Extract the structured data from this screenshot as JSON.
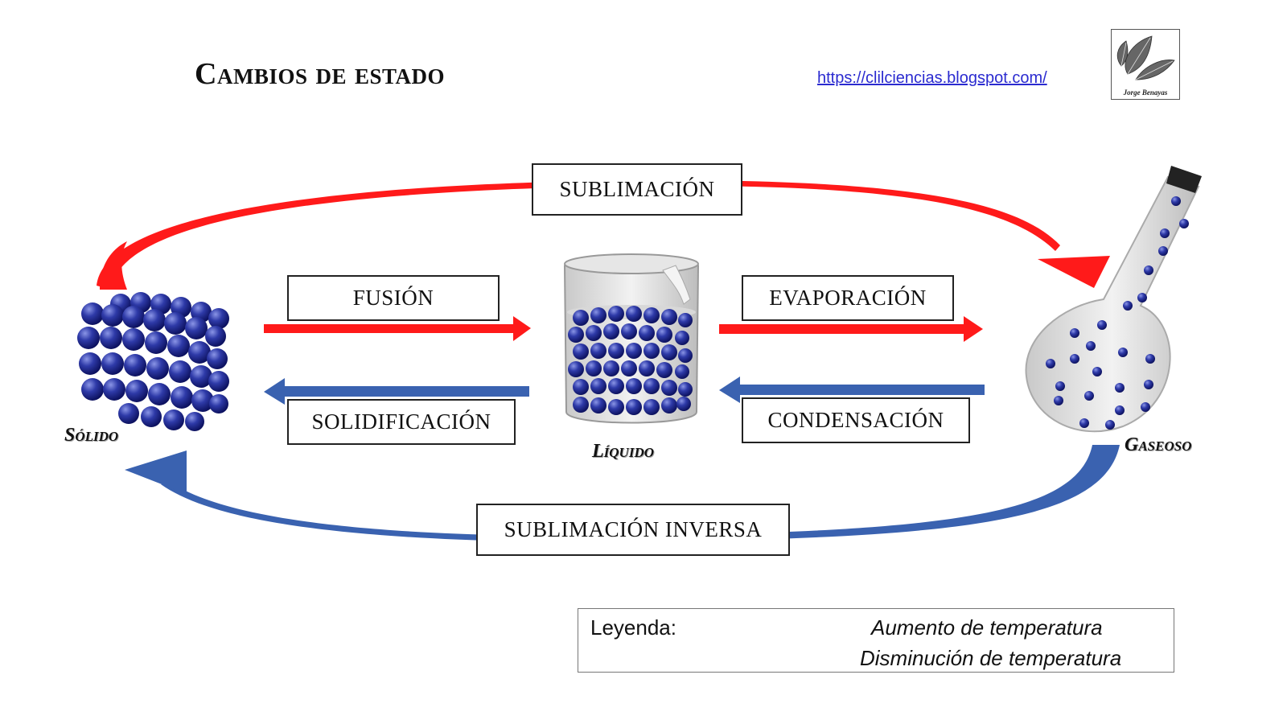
{
  "title": "Cambios de estado",
  "link": "https://clilciencias.blogspot.com/",
  "logo_text": "Jorge Benayas",
  "processes": {
    "sublimacion": "SUBLIMACIÓN",
    "fusion": "FUSIÓN",
    "evaporacion": "EVAPORACIÓN",
    "solidificacion": "SOLIDIFICACIÓN",
    "condensacion": "CONDENSACIÓN",
    "sublimacion_inversa": "SUBLIMACIÓN INVERSA"
  },
  "states": {
    "solido": "Sólido",
    "liquido": "Líquido",
    "gaseoso": "Gaseoso"
  },
  "legend": {
    "label": "Leyenda:",
    "increase": "Aumento de temperatura",
    "decrease": "Disminución de temperatura"
  },
  "colors": {
    "increase": "#ff1a1a",
    "decrease": "#3a62b0",
    "particle": "#2e3aa8"
  }
}
